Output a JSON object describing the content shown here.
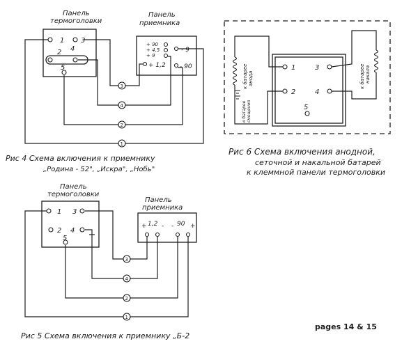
{
  "fig4": {
    "panel_head": [
      "Панель",
      "термоголовки"
    ],
    "panel_recv": [
      "Панель",
      "приемника"
    ],
    "head_terms": [
      "1",
      "3",
      "2",
      "4",
      "5"
    ],
    "recv_terms": [
      "+ 90",
      "+ 4,5",
      "+ 9",
      "- 9",
      "+ 1,2",
      "- 90"
    ],
    "markers": [
      "3",
      "4",
      "2",
      "1"
    ],
    "caption": [
      "Рис 4 Схема включения к приемнику",
      "„Родина - 52\", „Искра\", „Нобь\""
    ]
  },
  "fig6": {
    "terms": [
      "1",
      "3",
      "2",
      "4",
      "5"
    ],
    "bat_left_1": "к батарее",
    "bat_left_2": "анода",
    "bat_left_3": "к батарее",
    "bat_left_4": "смещения",
    "bat_right_1": "к батарее",
    "bat_right_2": "накала",
    "caption": [
      "Рис 6 Схема включения анодной,",
      "сеточной и накальной батарей",
      "к клеммной панели термоголовки"
    ]
  },
  "fig5": {
    "panel_head": [
      "Панель",
      "термоголовки"
    ],
    "panel_recv": [
      "Панель",
      "приемника"
    ],
    "head_terms": [
      "1",
      "3",
      "2",
      "4",
      "5"
    ],
    "recv_terms": [
      "+",
      "1,2",
      "-",
      "-",
      "90",
      "+"
    ],
    "markers": [
      "3",
      "4",
      "2",
      "1"
    ],
    "caption": "Рис 5 Схема включения к приемнику „Б-2"
  },
  "pages_note": "pages 14 & 15"
}
